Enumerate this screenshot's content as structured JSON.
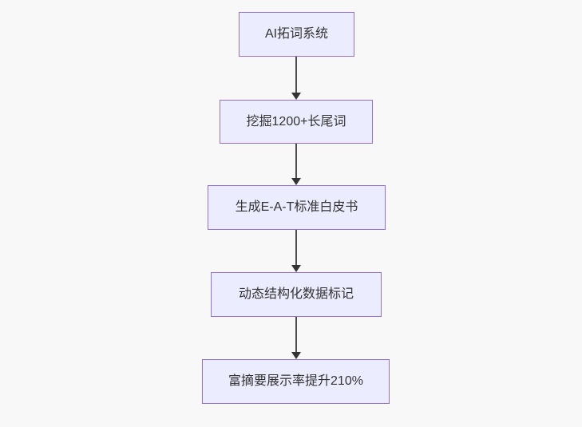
{
  "diagram": {
    "type": "flowchart",
    "direction": "top-down",
    "background_color": "#f8f8f8",
    "node_fill_color": "#ECECFF",
    "node_border_color": "#9370DB",
    "edge_color": "#333333",
    "text_color": "#333333",
    "nodes": [
      {
        "id": "n1",
        "label": "AI拓词系统"
      },
      {
        "id": "n2",
        "label": "挖掘1200+长尾词"
      },
      {
        "id": "n3",
        "label": "生成E-A-T标准白皮书"
      },
      {
        "id": "n4",
        "label": "动态结构化数据标记"
      },
      {
        "id": "n5",
        "label": "富摘要展示率提升210%"
      }
    ],
    "edges": [
      {
        "from": "n1",
        "to": "n2",
        "style": "arrow-down"
      },
      {
        "from": "n2",
        "to": "n3",
        "style": "arrow-down"
      },
      {
        "from": "n3",
        "to": "n4",
        "style": "arrow-down"
      },
      {
        "from": "n4",
        "to": "n5",
        "style": "arrow-down"
      }
    ]
  }
}
